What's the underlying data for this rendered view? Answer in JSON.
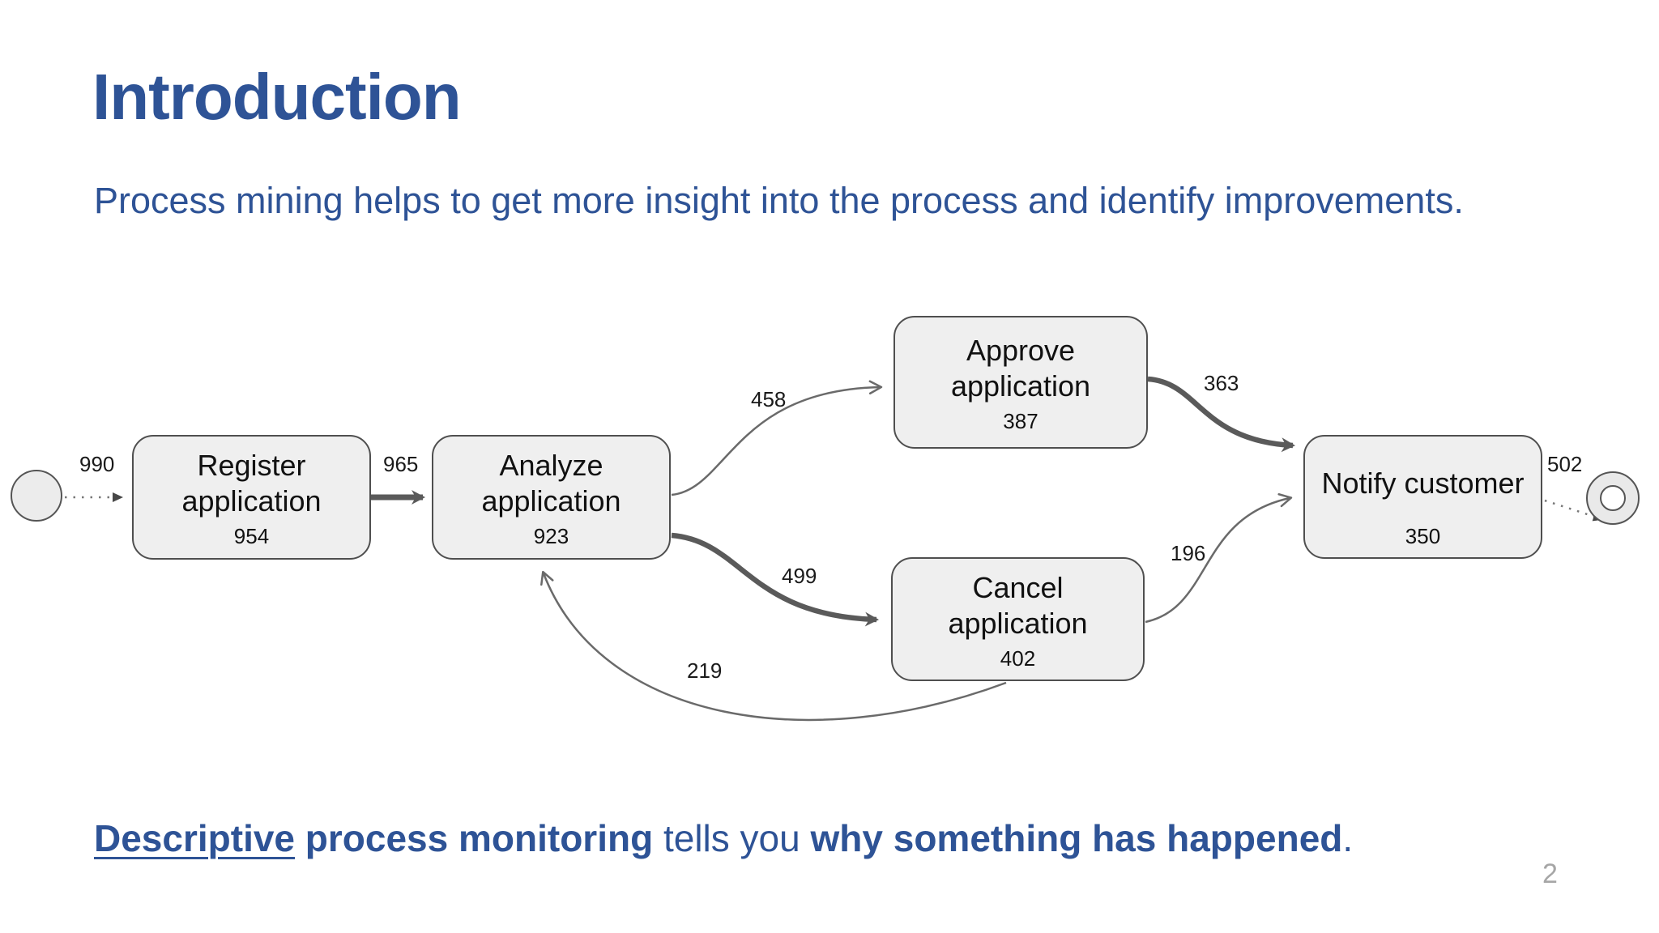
{
  "slide": {
    "title": "Introduction",
    "subtitle": "Process mining helps to get more insight into the process and identify improvements.",
    "footer": {
      "segments": [
        {
          "text": "Descriptive"
        },
        {
          "text": " process monitoring"
        },
        {
          "text": " tells you "
        },
        {
          "text": "why something has happened"
        },
        {
          "text": "."
        }
      ]
    },
    "page_number": "2"
  },
  "colors": {
    "heading_blue": "#2e5396",
    "node_fill": "#efefef",
    "node_border": "#4f4f4f",
    "edge_thin": "#6a6a6a",
    "edge_thick": "#5a5a5a",
    "page_number_gray": "#a6a6a6"
  },
  "diagram": {
    "nodes": [
      {
        "id": "start",
        "type": "start-event"
      },
      {
        "id": "register",
        "type": "activity",
        "line1": "Register",
        "line2": "application",
        "count": "954"
      },
      {
        "id": "analyze",
        "type": "activity",
        "line1": "Analyze",
        "line2": "application",
        "count": "923"
      },
      {
        "id": "approve",
        "type": "activity",
        "line1": "Approve",
        "line2": "application",
        "count": "387"
      },
      {
        "id": "cancel",
        "type": "activity",
        "line1": "Cancel",
        "line2": "application",
        "count": "402"
      },
      {
        "id": "notify",
        "type": "activity",
        "line1": "Notify customer",
        "line2": "",
        "count": "350"
      },
      {
        "id": "end",
        "type": "end-event"
      }
    ],
    "edges": [
      {
        "from": "start",
        "to": "register",
        "count": "990",
        "style": "dotted"
      },
      {
        "from": "register",
        "to": "analyze",
        "count": "965",
        "style": "thick"
      },
      {
        "from": "analyze",
        "to": "approve",
        "count": "458",
        "style": "thin"
      },
      {
        "from": "analyze",
        "to": "cancel",
        "count": "499",
        "style": "thick"
      },
      {
        "from": "approve",
        "to": "notify",
        "count": "363",
        "style": "thick"
      },
      {
        "from": "cancel",
        "to": "notify",
        "count": "196",
        "style": "thin"
      },
      {
        "from": "cancel",
        "to": "analyze",
        "count": "219",
        "style": "thin"
      },
      {
        "from": "notify",
        "to": "end",
        "count": "502",
        "style": "dotted"
      }
    ]
  }
}
